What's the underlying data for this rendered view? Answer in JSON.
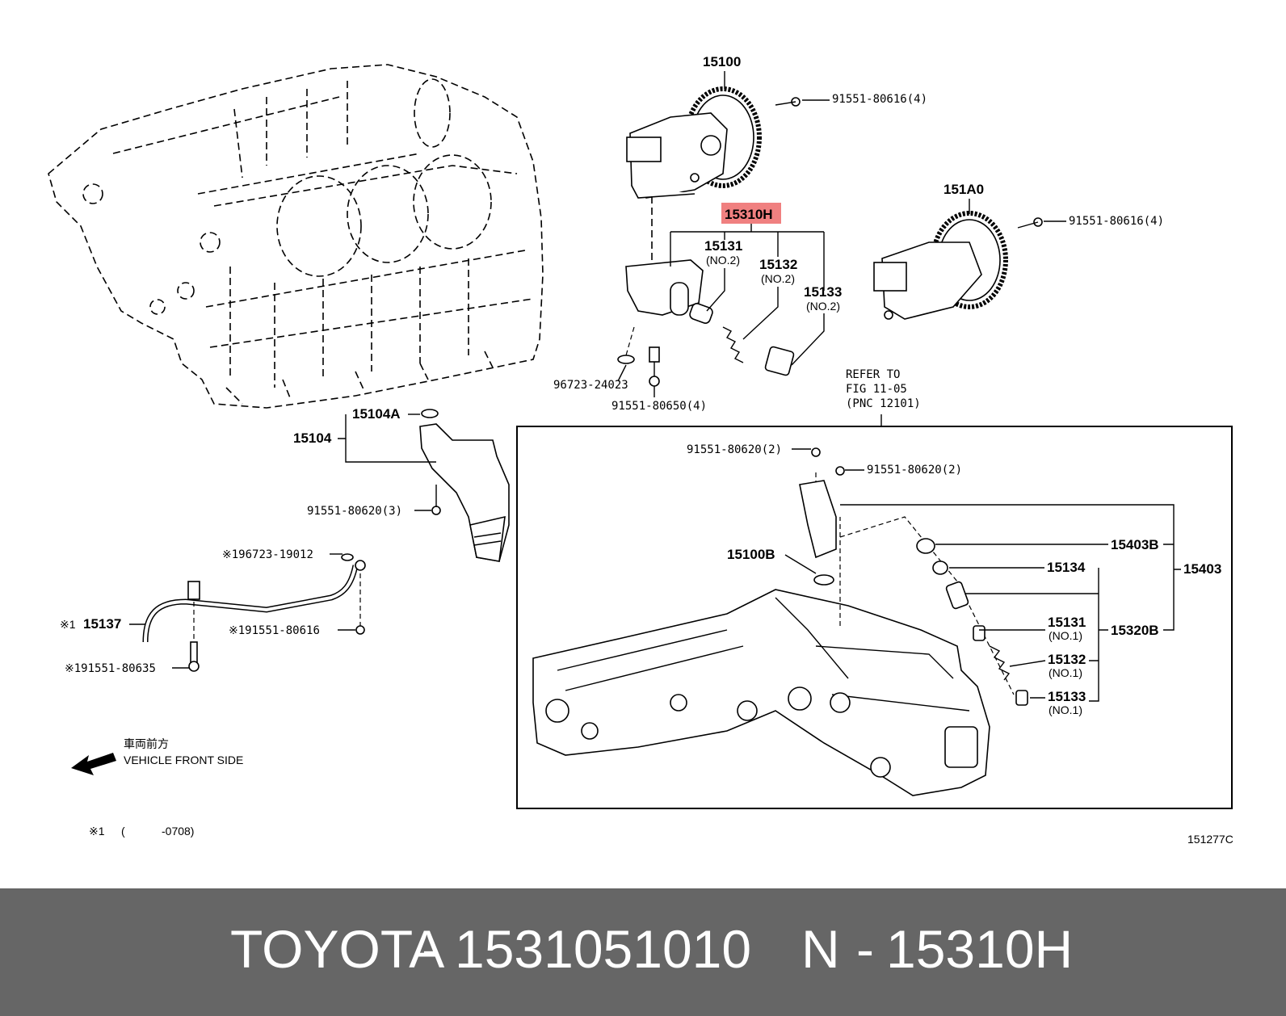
{
  "callouts": {
    "c15100": "15100",
    "c91551_80616_4_top": "91551-80616(4)",
    "c15310H": "15310H",
    "c15131_no2": "15131",
    "c15131_no2_sub": "(NO.2)",
    "c15132_no2": "15132",
    "c15132_no2_sub": "(NO.2)",
    "c15133_no2": "15133",
    "c15133_no2_sub": "(NO.2)",
    "c151A0": "151A0",
    "c91551_80616_4_right": "91551-80616(4)",
    "c96723_24023": "96723-24023",
    "c91551_80650_4": "91551-80650(4)",
    "c15104A": "15104A",
    "c15104": "15104",
    "c91551_80620_3": "91551-80620(3)",
    "refer_line1": "REFER TO",
    "refer_line2": "FIG 11-05",
    "refer_line3": "(PNC 12101)",
    "c91551_80620_2_a": "91551-80620(2)",
    "c91551_80620_2_b": "91551-80620(2)",
    "c15100B": "15100B",
    "c15403B": "15403B",
    "c15403": "15403",
    "c15134": "15134",
    "c15131_no1": "15131",
    "c15131_no1_sub": "(NO.1)",
    "c15320B": "15320B",
    "c15132_no1": "15132",
    "c15132_no1_sub": "(NO.1)",
    "c15133_no1": "15133",
    "c15133_no1_sub": "(NO.1)",
    "c196723_19012": "※196723-19012",
    "c15137_mark": "※1",
    "c15137": "15137",
    "c191551_80616": "※191551-80616",
    "c191551_80635": "※191551-80635"
  },
  "direction": {
    "japanese": "車両前方",
    "english": "VEHICLE FRONT SIDE"
  },
  "footnote": {
    "mark": "※1",
    "paren": "(",
    "range": "-0708)"
  },
  "figure_code": "151277C",
  "highlight": {
    "part": "15310H",
    "color": "#f08080"
  },
  "footer": {
    "brand": "TOYOTA",
    "separator1": "-",
    "part_number": "1531051010",
    "n_label": "N",
    "separator2": "-",
    "pnc": "15310H",
    "background": "#666666",
    "text_color": "#ffffff"
  }
}
